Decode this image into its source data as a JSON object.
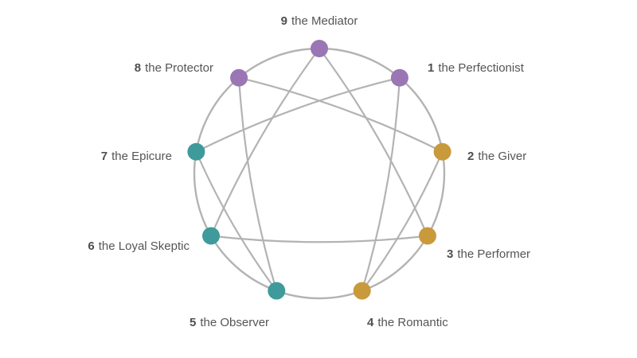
{
  "colors": {
    "background": "#ffffff",
    "line": "#b3b3b3",
    "label": "#555555",
    "head_center": "#9a76b5",
    "heart_center": "#c99a3b",
    "head_group": "#3f9a9b"
  },
  "enneagram": {
    "points": [
      {
        "number": "1",
        "name": "the Perfectionist",
        "color": "#9a76b5"
      },
      {
        "number": "2",
        "name": "the Giver",
        "color": "#c99a3b"
      },
      {
        "number": "3",
        "name": "the Performer",
        "color": "#c99a3b"
      },
      {
        "number": "4",
        "name": "the Romantic",
        "color": "#c99a3b"
      },
      {
        "number": "5",
        "name": "the Observer",
        "color": "#3f9a9b"
      },
      {
        "number": "6",
        "name": "the Loyal Skeptic",
        "color": "#3f9a9b"
      },
      {
        "number": "7",
        "name": "the Epicure",
        "color": "#3f9a9b"
      },
      {
        "number": "8",
        "name": "the Protector",
        "color": "#9a76b5"
      },
      {
        "number": "9",
        "name": "the Mediator",
        "color": "#9a76b5"
      }
    ],
    "connections": [
      [
        "1",
        "4"
      ],
      [
        "4",
        "2"
      ],
      [
        "2",
        "8"
      ],
      [
        "8",
        "5"
      ],
      [
        "5",
        "7"
      ],
      [
        "7",
        "1"
      ],
      [
        "9",
        "3"
      ],
      [
        "3",
        "6"
      ],
      [
        "6",
        "9"
      ]
    ]
  }
}
